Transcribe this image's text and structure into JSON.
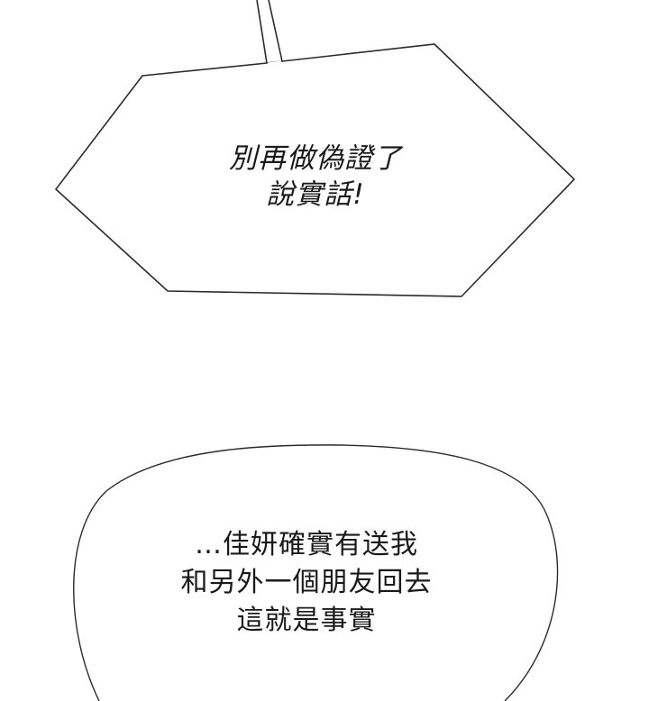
{
  "balloons": [
    {
      "kind": "shout",
      "lines": [
        "別再做偽證了",
        "說實話!"
      ]
    },
    {
      "kind": "speech",
      "lines": [
        "…佳妍確實有送我",
        "和另外一個朋友回去",
        "這就是事實"
      ]
    }
  ]
}
